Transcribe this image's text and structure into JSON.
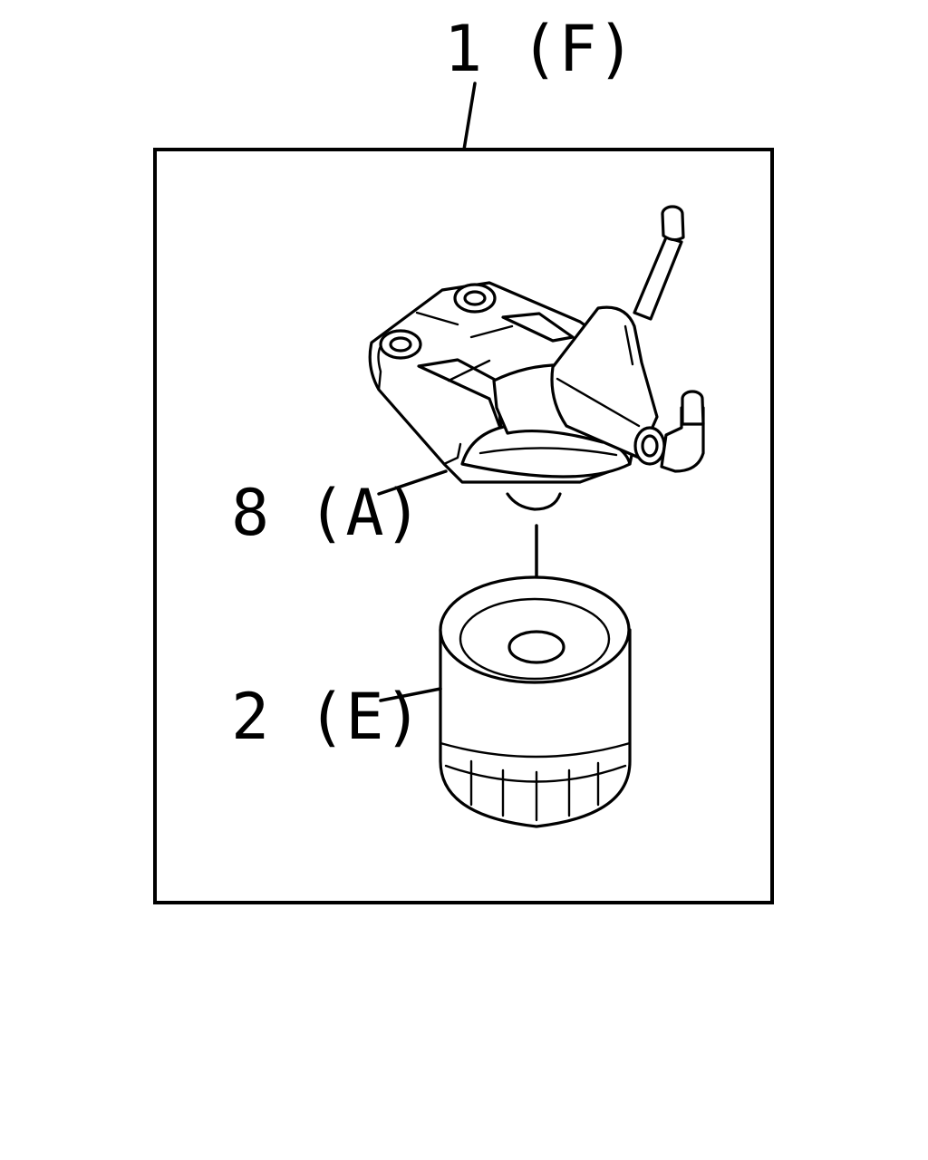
{
  "labels": {
    "assembly": "1 (F)",
    "head": "8 (A)",
    "element": "2 (E)"
  },
  "colors": {
    "line": "#000000",
    "background": "#ffffff"
  }
}
